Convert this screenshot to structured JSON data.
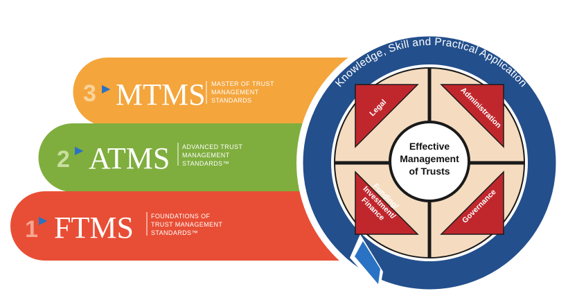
{
  "levels": [
    {
      "number": "3",
      "abbr": "MTMS",
      "tagline": [
        "MASTER OF TRUST",
        "MANAGEMENT",
        "STANDARDS"
      ],
      "color": "#f4a53c"
    },
    {
      "number": "2",
      "abbr": "ATMS",
      "tagline": [
        "ADVANCED TRUST",
        "MANAGEMENT",
        "STANDARDS™"
      ],
      "color": "#7fae3e"
    },
    {
      "number": "1",
      "abbr": "FTMS",
      "tagline": [
        "FOUNDATIONS OF",
        "TRUST MANAGEMENT",
        "STANDARDS™"
      ],
      "color": "#e84e35"
    }
  ],
  "wheel": {
    "arc_text": "Knowledge, Skill and Practical Application",
    "center": [
      "Effective",
      "Management",
      "of Trusts"
    ],
    "quadrants": {
      "top_left": "Legal",
      "top_right": "Administration",
      "bottom_left": [
        "Funding/",
        "Investment/",
        "Finance"
      ],
      "bottom_right": "Governance"
    }
  },
  "colors": {
    "ring_blue": "#234f8c",
    "quadrant_red": "#c0272d",
    "wheel_fill": "#f5dcc0",
    "arrow_blue": "#2a72c4"
  }
}
